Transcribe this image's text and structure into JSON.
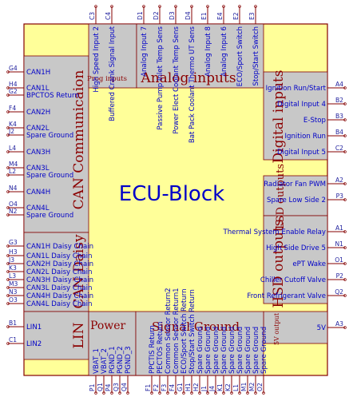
{
  "title": "ECU-Block",
  "colors": {
    "body_fill": "#ffff99",
    "group_fill": "#c8c8c8",
    "outline": "#840000",
    "pin_line": "#840000",
    "text": "#0000c8",
    "group_text": "#8b0000"
  },
  "groups": {
    "can_comm": "CAN Communicaion",
    "can_daisy": "CAN Daisy",
    "lin": "LIN",
    "power": "Power",
    "signal_ground": "Signal Ground",
    "analog_inputs": "Analog inputs",
    "prog_inputs": "Prog inputs",
    "digital_inputs": "Digital inputs",
    "lsd_outputs": "LSD outputs",
    "hsd_outputs": "HSD outputs",
    "five_v_output": "5V output"
  },
  "left_pins": [
    {
      "num": "G4",
      "name": "CAN1H"
    },
    {
      "num": "H4",
      "name": "CAN1L"
    },
    {
      "num": "G2",
      "name": "BPCTOS Return"
    },
    {
      "num": "F4",
      "name": "CAN2H"
    },
    {
      "num": "K4",
      "name": "CAN2L"
    },
    {
      "num": "J2",
      "name": "Spare Ground"
    },
    {
      "num": "L4",
      "name": "CAN3H"
    },
    {
      "num": "M4",
      "name": "CAN3L"
    },
    {
      "num": "L2",
      "name": "Spare Ground"
    },
    {
      "num": "N4",
      "name": "CAN4H"
    },
    {
      "num": "O4",
      "name": "CAN4L"
    },
    {
      "num": "N2",
      "name": "Spare Ground"
    },
    {
      "num": "G3",
      "name": "CAN1H Daisy Chain"
    },
    {
      "num": "H3",
      "name": "CAN1L Daisy Chain"
    },
    {
      "num": "J3",
      "name": "CAN2H Daisy Chain"
    },
    {
      "num": "K3",
      "name": "CAN2L Daisy Chain"
    },
    {
      "num": "L3",
      "name": "CAN3H Daisy Chain"
    },
    {
      "num": "M3",
      "name": "CAN3L Daisy Chain"
    },
    {
      "num": "N3",
      "name": "CAN4H Daisy Chain"
    },
    {
      "num": "O3",
      "name": "CAN4L Daisy Chain"
    },
    {
      "num": "B1",
      "name": "LIN1"
    },
    {
      "num": "C1",
      "name": "LIN2"
    }
  ],
  "right_pins": [
    {
      "num": "A4",
      "name": "Ignition Run/Start"
    },
    {
      "num": "B2",
      "name": "Digital Input 4"
    },
    {
      "num": "B3",
      "name": "E-Stop"
    },
    {
      "num": "B4",
      "name": "Ignition Run"
    },
    {
      "num": "C2",
      "name": "Digital Input 5"
    },
    {
      "num": "A2",
      "name": "Radiator Fan PWM"
    },
    {
      "num": "P3",
      "name": "Spare Low Side 2"
    },
    {
      "num": "A1",
      "name": "Thermal System Enable Relay"
    },
    {
      "num": "N1",
      "name": "High Side Drive 5"
    },
    {
      "num": "O1",
      "name": "ePT Wake"
    },
    {
      "num": "P2",
      "name": "Chiller Cutoff Valve"
    },
    {
      "num": "Q2",
      "name": "Front Refrigerant Valve"
    },
    {
      "num": "A3",
      "name": "5V"
    }
  ],
  "top_pins": [
    {
      "num": "C3",
      "name": "High Speed Input 2"
    },
    {
      "num": "C4",
      "name": "Buffered Crank Signal Input"
    },
    {
      "num": "D1",
      "name": "Analog Input 7"
    },
    {
      "num": "D2",
      "name": "Passive Pump Inlet Temp Sens"
    },
    {
      "num": "D3",
      "name": "Power Elect Coolant Temp Sens"
    },
    {
      "num": "D4",
      "name": "Bat Pack Coolant Thermo UT Sens"
    },
    {
      "num": "E1",
      "name": "Analog Input 8"
    },
    {
      "num": "E4",
      "name": "Analog Input 6"
    },
    {
      "num": "E2",
      "name": "ECO/Sport Switch"
    },
    {
      "num": "E3",
      "name": "Stop/Start Switch"
    }
  ],
  "bottom_pins": [
    {
      "num": "P1",
      "name": "VBAT_1"
    },
    {
      "num": "Q1",
      "name": "VBAT_2"
    },
    {
      "num": "P4",
      "name": "PGND_1"
    },
    {
      "num": "Q3",
      "name": "PGND_2"
    },
    {
      "num": "Q4",
      "name": "PGND_3"
    },
    {
      "num": "F1",
      "name": "PPCTIS Return"
    },
    {
      "num": "F2",
      "name": "PECTOS Return"
    },
    {
      "num": "F3",
      "name": "Common Sensor Return2"
    },
    {
      "num": "F4",
      "name": "Common Sensor Return1"
    },
    {
      "num": "G1",
      "name": "ECO/Sport Switch Return"
    },
    {
      "num": "H1",
      "name": "Stop/Start Switch Return"
    },
    {
      "num": "H2",
      "name": "Spare Ground"
    },
    {
      "num": "J1",
      "name": "Spare Ground"
    },
    {
      "num": "J4",
      "name": "Spare Ground"
    },
    {
      "num": "K1",
      "name": "Spare Ground"
    },
    {
      "num": "K2",
      "name": "Spare Ground"
    },
    {
      "num": "L1",
      "name": "Spare Ground"
    },
    {
      "num": "M1",
      "name": "Spare Ground"
    },
    {
      "num": "M2",
      "name": "Spare Ground"
    },
    {
      "num": "O2",
      "name": "Spare Ground"
    }
  ]
}
